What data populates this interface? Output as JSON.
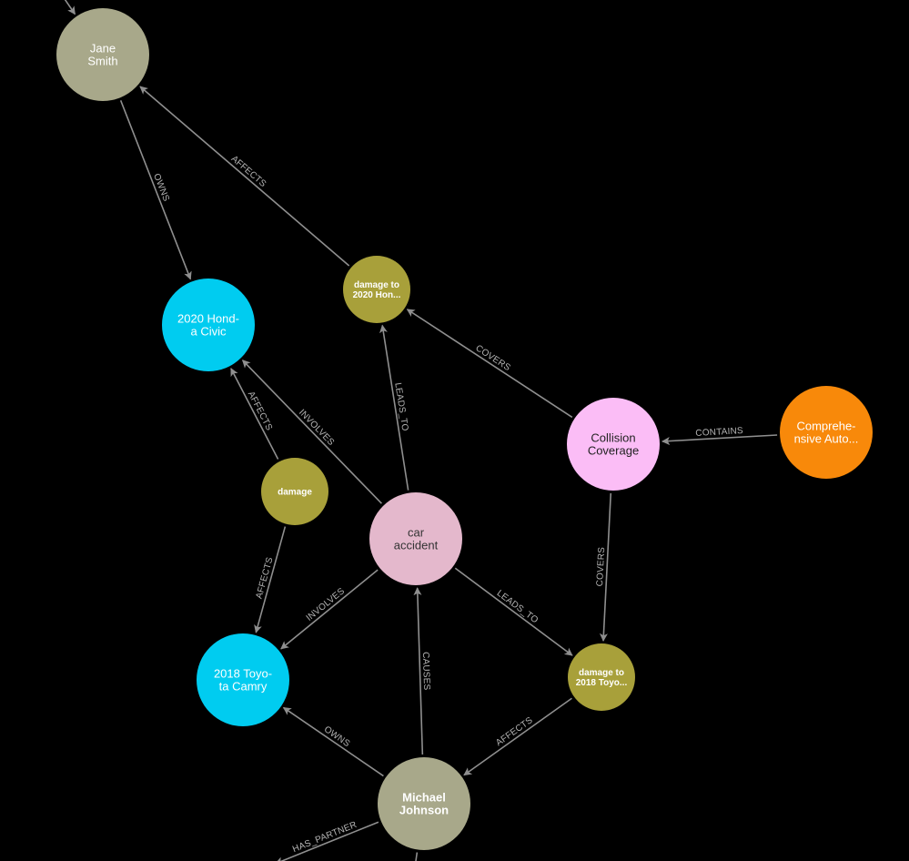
{
  "colors": {
    "background": "#000000",
    "edge": "#8f8f8f",
    "edge_label": "#b4b4b4",
    "person": "#a8a88a",
    "vehicle": "#00ccf0",
    "damage": "#a8a03a",
    "event": "#e4b8cc",
    "coverage": "#fbbdf6",
    "policy": "#f8890a"
  },
  "nodes": [
    {
      "id": "jane",
      "kind": "person",
      "lines": [
        "Jane",
        "Smith"
      ]
    },
    {
      "id": "honda",
      "kind": "vehicle",
      "lines": [
        "2020 Hond-",
        "a Civic"
      ]
    },
    {
      "id": "dmg_honda",
      "kind": "damage",
      "lines": [
        "damage to",
        "2020 Hon..."
      ]
    },
    {
      "id": "collision",
      "kind": "coverage",
      "lines": [
        "Collision",
        "Coverage"
      ]
    },
    {
      "id": "comprehensive",
      "kind": "policy",
      "lines": [
        "Comprehe-",
        "nsive Auto..."
      ]
    },
    {
      "id": "damage",
      "kind": "damage",
      "lines": [
        "damage"
      ]
    },
    {
      "id": "accident",
      "kind": "event",
      "lines": [
        "car",
        "accident"
      ]
    },
    {
      "id": "camry",
      "kind": "vehicle",
      "lines": [
        "2018 Toyo-",
        "ta Camry"
      ]
    },
    {
      "id": "dmg_camry",
      "kind": "damage",
      "lines": [
        "damage to",
        "2018 Toyo..."
      ]
    },
    {
      "id": "michael",
      "kind": "person",
      "lines": [
        "Michael",
        "Johnson"
      ]
    }
  ],
  "edges": [
    {
      "from": "jane",
      "to": "honda",
      "label": "OWNS"
    },
    {
      "from": "dmg_honda",
      "to": "jane",
      "label": "AFFECTS"
    },
    {
      "from": "collision",
      "to": "dmg_honda",
      "label": "COVERS"
    },
    {
      "from": "comprehensive",
      "to": "collision",
      "label": "CONTAINS"
    },
    {
      "from": "accident",
      "to": "dmg_honda",
      "label": "LEADS_TO"
    },
    {
      "from": "accident",
      "to": "honda",
      "label": "INVOLVES"
    },
    {
      "from": "damage",
      "to": "honda",
      "label": "AFFECTS"
    },
    {
      "from": "damage",
      "to": "camry",
      "label": "AFFECTS"
    },
    {
      "from": "accident",
      "to": "camry",
      "label": "INVOLVES"
    },
    {
      "from": "accident",
      "to": "dmg_camry",
      "label": "LEADS_TO"
    },
    {
      "from": "collision",
      "to": "dmg_camry",
      "label": "COVERS"
    },
    {
      "from": "michael",
      "to": "accident",
      "label": "CAUSES"
    },
    {
      "from": "michael",
      "to": "camry",
      "label": "OWNS"
    },
    {
      "from": "dmg_camry",
      "to": "michael",
      "label": "AFFECTS"
    },
    {
      "from": "michael",
      "to": "offscreen_left",
      "label": "HAS_PARTNER"
    },
    {
      "from": "michael",
      "to": "offscreen_bottom",
      "label": ""
    },
    {
      "from": "offscreen_top",
      "to": "jane",
      "label": ""
    }
  ]
}
